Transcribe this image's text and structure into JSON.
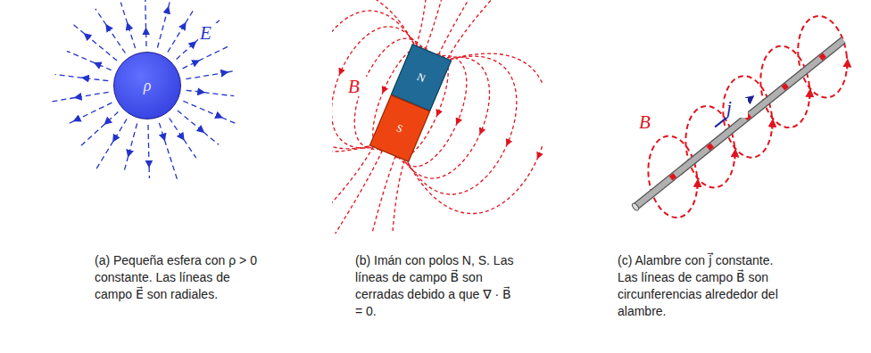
{
  "diagram": {
    "nodes": [
      {
        "text": [
          "ρ"
        ]
      },
      {
        "text": [
          "N"
        ]
      },
      {
        "text": [
          "S"
        ]
      }
    ],
    "labels": [
      "E⃗",
      "(a) Pequeña esfera con ρ > 0 constante. Las líneas de campo E⃗ son radiales.",
      "B⃗",
      "(b) Imán con polos N, S. Las líneas de campo B⃗ son cerradas debido a que ∇ · B⃗ = 0.",
      "B⃗",
      "j⃗",
      "(c) Alambre con j⃗ constante. Las líneas de campo B⃗ son circunferencias alrededor del alambre."
    ]
  }
}
